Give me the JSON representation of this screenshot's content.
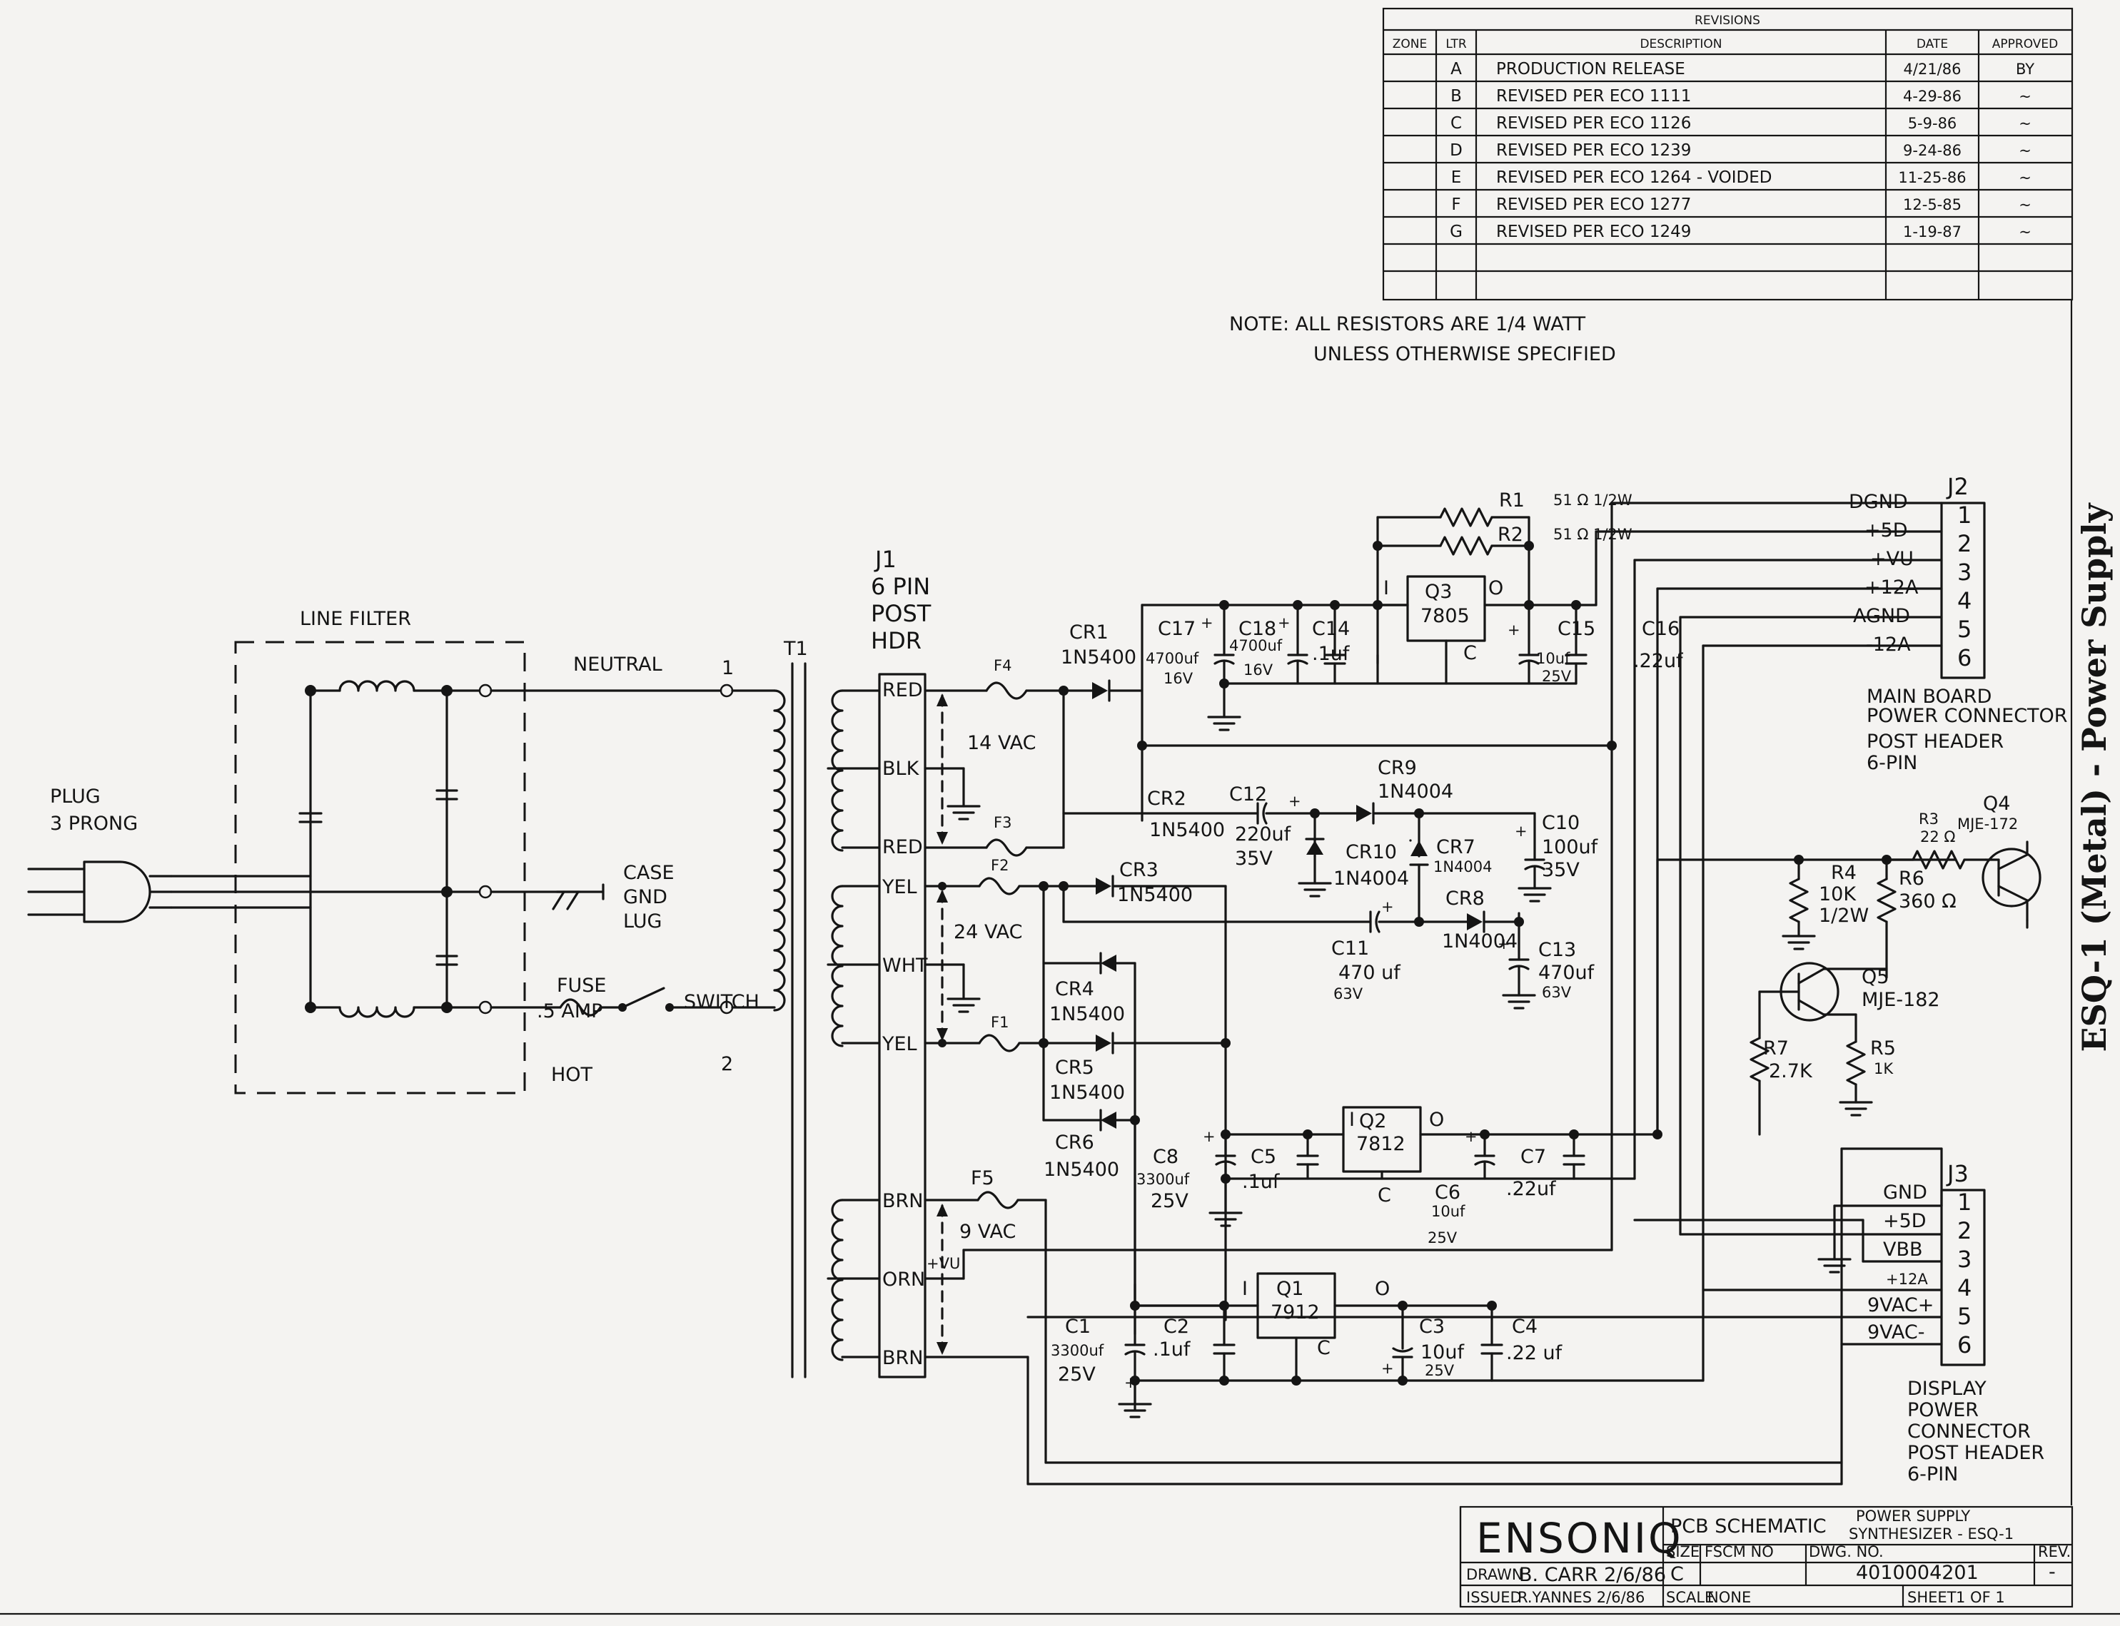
{
  "revisions": {
    "title": "REVISIONS",
    "headers": [
      "ZONE",
      "LTR",
      "DESCRIPTION",
      "DATE",
      "APPROVED"
    ],
    "rows": [
      {
        "ltr": "A",
        "desc": "PRODUCTION RELEASE",
        "date": "4/21/86",
        "appr": "BY"
      },
      {
        "ltr": "B",
        "desc": "REVISED PER ECO 1111",
        "date": "4-29-86",
        "appr": "~"
      },
      {
        "ltr": "C",
        "desc": "REVISED PER ECO 1126",
        "date": "5-9-86",
        "appr": "~"
      },
      {
        "ltr": "D",
        "desc": "REVISED PER ECO 1239",
        "date": "9-24-86",
        "appr": "~"
      },
      {
        "ltr": "E",
        "desc": "REVISED PER ECO 1264 - VOIDED",
        "date": "11-25-86",
        "appr": "~"
      },
      {
        "ltr": "F",
        "desc": "REVISED PER ECO 1277",
        "date": "12-5-85",
        "appr": "~"
      },
      {
        "ltr": "G",
        "desc": "REVISED PER ECO 1249",
        "date": "1-19-87",
        "appr": "~"
      }
    ]
  },
  "note": {
    "line1": "NOTE: ALL RESISTORS ARE 1/4 WATT",
    "line2": "UNLESS OTHERWISE SPECIFIED"
  },
  "side_title": "ESQ-1 (Metal) - Power Supply",
  "labels": {
    "plug": [
      "PLUG",
      "3 PRONG"
    ],
    "line_filter": "LINE FILTER",
    "neutral": "NEUTRAL",
    "hot": "HOT",
    "fuse": [
      "FUSE",
      ".5 AMP"
    ],
    "switch": "SWITCH",
    "case_gnd": [
      "CASE",
      "GND",
      "LUG"
    ],
    "t1": "T1",
    "pin1": "1",
    "pin2": "2",
    "j1": [
      "J1",
      "6 PIN",
      "POST",
      "HDR"
    ],
    "j1_pins": [
      "RED",
      "BLK",
      "RED",
      "YEL",
      "WHT",
      "YEL",
      "BRN",
      "ORN",
      "BRN"
    ],
    "vac14": "14 VAC",
    "vac24": "24 VAC",
    "vac9": "9 VAC",
    "vu": "+VU",
    "fuses": [
      "F1",
      "F2",
      "F3",
      "F4",
      "F5"
    ]
  },
  "components": {
    "cr1": [
      "CR1",
      "1N5400"
    ],
    "cr2": [
      "CR2",
      "1N5400"
    ],
    "cr3": [
      "CR3",
      "1N5400"
    ],
    "cr4": [
      "CR4",
      "1N5400"
    ],
    "cr5": [
      "CR5",
      "1N5400"
    ],
    "cr6": [
      "CR6",
      "1N5400"
    ],
    "cr7": [
      "CR7",
      "1N4004"
    ],
    "cr8": [
      "CR8",
      "1N4004"
    ],
    "cr9": [
      "CR9",
      "1N4004"
    ],
    "cr10": [
      "CR10",
      "1N4004"
    ],
    "c1": [
      "C1",
      "3300uf",
      "25V"
    ],
    "c2": [
      "C2",
      ".1uf"
    ],
    "c3": [
      "C3",
      "10uf",
      "25V"
    ],
    "c4": [
      "C4",
      ".22 uf"
    ],
    "c5": [
      "C5",
      ".1uf"
    ],
    "c6": [
      "C6",
      "10uf",
      "25V"
    ],
    "c7": [
      "C7",
      ".22uf"
    ],
    "c8": [
      "C8",
      "3300uf",
      "25V"
    ],
    "c10": [
      "C10",
      "100uf",
      "35V"
    ],
    "c11": [
      "C11",
      "470 uf",
      "63V"
    ],
    "c12": [
      "C12",
      "220uf",
      "35V"
    ],
    "c13": [
      "C13",
      "470uf",
      "63V"
    ],
    "c14": [
      "C14",
      ".1uf"
    ],
    "c15": [
      "C15",
      "10uf",
      "25V"
    ],
    "c16": [
      "C16",
      ".22uf"
    ],
    "c17": [
      "C17",
      "4700uf",
      "16V"
    ],
    "c18": [
      "C18",
      "4700uf",
      "16V"
    ],
    "q1": [
      "Q1",
      "7912"
    ],
    "q2": [
      "Q2",
      "7812"
    ],
    "q3": [
      "Q3",
      "7805"
    ],
    "q4": [
      "Q4",
      "MJE-172"
    ],
    "q5": [
      "Q5",
      "MJE-182"
    ],
    "r1": [
      "R1",
      "51 Ω 1/2W"
    ],
    "r2": [
      "R2",
      "51 Ω 1/2W"
    ],
    "r3": [
      "R3",
      "22 Ω"
    ],
    "r4": [
      "R4",
      "10K",
      "1/2W"
    ],
    "r5": [
      "R5",
      "1K"
    ],
    "r6": [
      "R6",
      "360 Ω"
    ],
    "r7": [
      "R7",
      "2.7K"
    ],
    "reg_pins": [
      "I",
      "O",
      "C"
    ]
  },
  "j2": {
    "name": "J2",
    "signals": [
      "DGND",
      "+5D",
      "+VU",
      "+12A",
      "AGND",
      "-12A"
    ],
    "pins": [
      "1",
      "2",
      "3",
      "4",
      "5",
      "6"
    ],
    "caption": [
      "MAIN BOARD",
      "POWER CONNECTOR",
      "POST HEADER",
      "6-PIN"
    ]
  },
  "j3": {
    "name": "J3",
    "signals": [
      "GND",
      "+5D",
      "VBB",
      "+12A",
      "9VAC+",
      "9VAC-"
    ],
    "pins": [
      "1",
      "2",
      "3",
      "4",
      "5",
      "6"
    ],
    "caption": [
      "DISPLAY",
      "POWER",
      "CONNECTOR",
      "POST HEADER",
      "6-PIN"
    ]
  },
  "title_block": {
    "company": "ENSONIQ",
    "title1": "PCB SCHEMATIC",
    "title2": "POWER SUPPLY",
    "title3": "SYNTHESIZER - ESQ-1",
    "drawn_label": "DRAWN",
    "drawn": "B. CARR 2/6/86",
    "issued_label": "ISSUED",
    "issued": "R.YANNES 2/6/86",
    "size_label": "SIZE",
    "size": "C",
    "fscm_label": "FSCM NO",
    "dwg_label": "DWG. NO.",
    "dwg": "4010004201",
    "rev_label": "REV.",
    "rev": "-",
    "scale_label": "SCALE",
    "scale": "NONE",
    "sheet_label": "SHEET",
    "sheet": "1 OF 1"
  }
}
